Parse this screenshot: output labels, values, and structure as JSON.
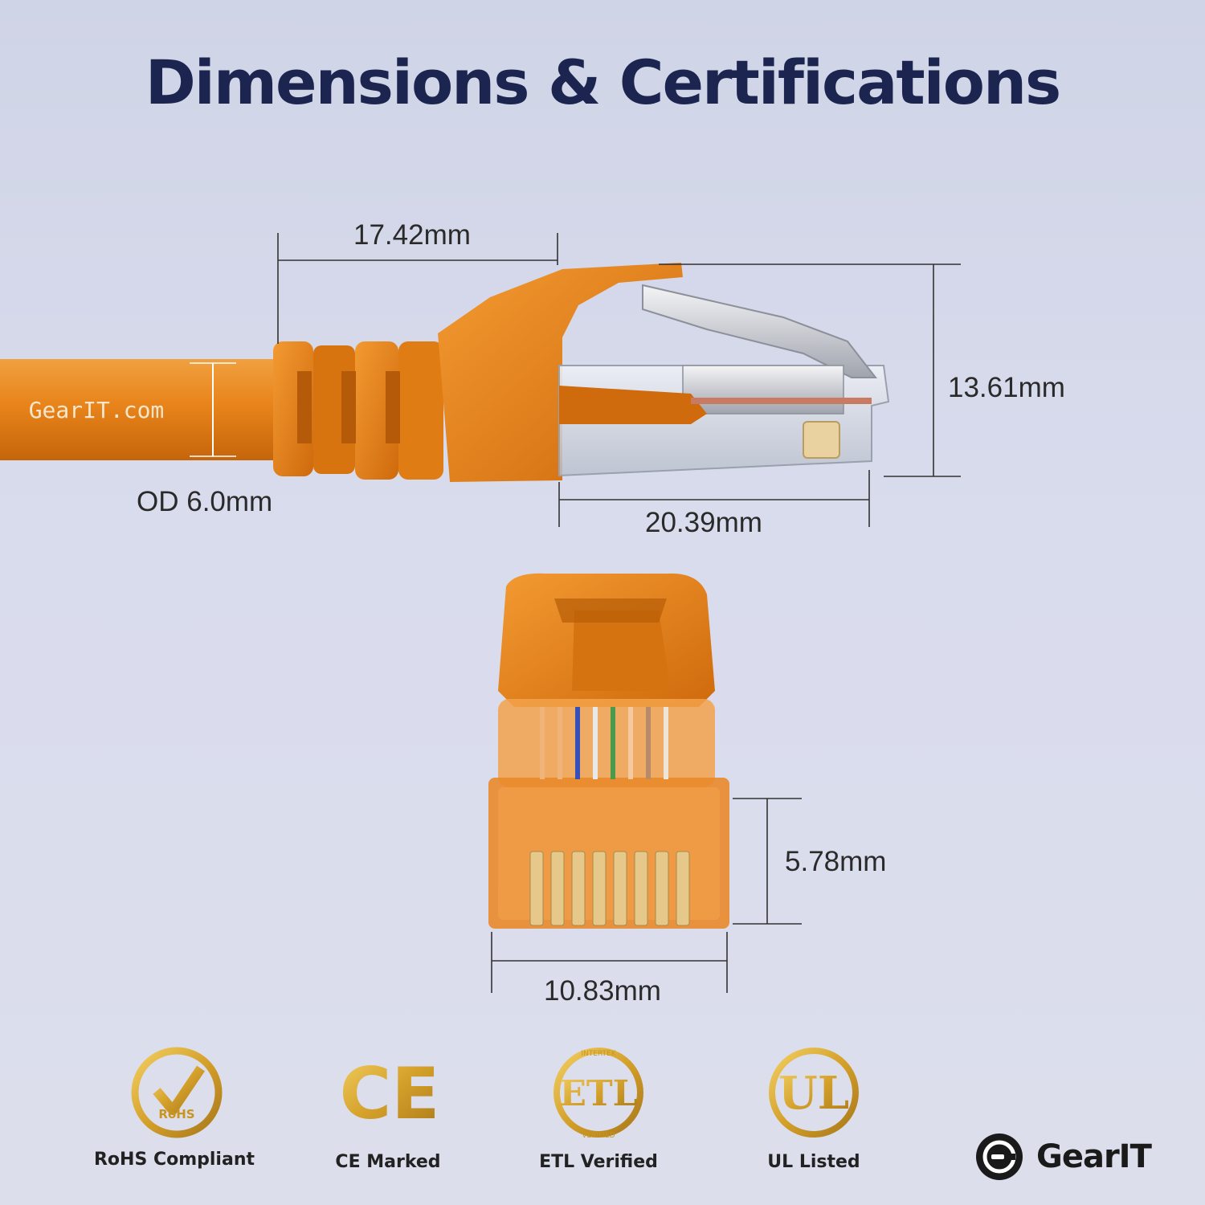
{
  "title": "Dimensions & Certifications",
  "cable_print": "GearIT.com",
  "dimensions": {
    "boot_length": "17.42mm",
    "od": "OD 6.0mm",
    "plug_length": "20.39mm",
    "plug_height": "13.61mm",
    "front_height": "5.78mm",
    "front_width": "10.83mm"
  },
  "certifications": [
    {
      "label": "RoHS Compliant",
      "icon": "rohs-badge-icon",
      "mark": "RoHS"
    },
    {
      "label": "CE Marked",
      "icon": "ce-mark-icon",
      "mark": "CE"
    },
    {
      "label": "ETL Verified",
      "icon": "etl-badge-icon",
      "mark": "ETL",
      "ring_top": "INTERTEK",
      "ring_bottom": "VERIFIED"
    },
    {
      "label": "UL Listed",
      "icon": "ul-badge-icon",
      "mark": "UL"
    }
  ],
  "brand": "GearIT",
  "colors": {
    "accent": "#e8841a",
    "gold": "#d9a52a",
    "navy": "#1b2550"
  }
}
